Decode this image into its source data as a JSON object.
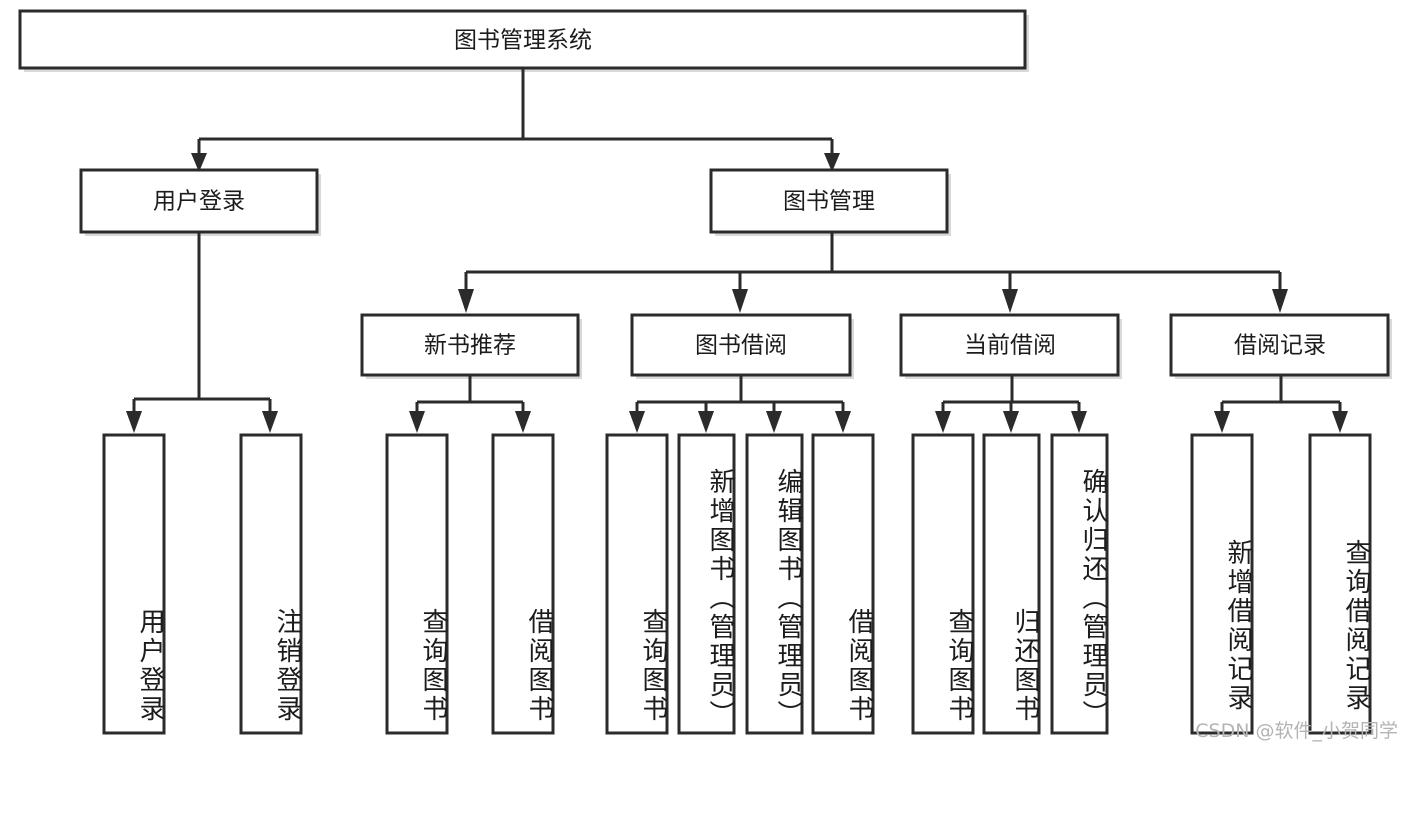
{
  "diagram": {
    "title": "图书管理系统",
    "watermark": "CSDN @软件_小贺同学",
    "levels": {
      "root": {
        "label": "图书管理系统"
      },
      "level2": [
        {
          "id": "user-login",
          "label": "用户登录"
        },
        {
          "id": "book-management",
          "label": "图书管理"
        }
      ],
      "level3": [
        {
          "id": "new-book-recommend",
          "label": "新书推荐"
        },
        {
          "id": "book-borrow",
          "label": "图书借阅"
        },
        {
          "id": "current-borrow",
          "label": "当前借阅"
        },
        {
          "id": "borrow-record",
          "label": "借阅记录"
        }
      ],
      "leaves": [
        {
          "id": "leaf-user-login",
          "label": "用户登录",
          "parent": "user-login"
        },
        {
          "id": "leaf-logout-login",
          "label": "注销登录",
          "parent": "user-login"
        },
        {
          "id": "leaf-query-book-1",
          "label": "查询图书",
          "parent": "new-book-recommend"
        },
        {
          "id": "leaf-borrow-book-1",
          "label": "借阅图书",
          "parent": "new-book-recommend"
        },
        {
          "id": "leaf-query-book-2",
          "label": "查询图书",
          "parent": "book-borrow"
        },
        {
          "id": "leaf-add-book-admin",
          "label": "新增图书（管理员）",
          "parent": "book-borrow"
        },
        {
          "id": "leaf-edit-book-admin",
          "label": "编辑图书（管理员）",
          "parent": "book-borrow"
        },
        {
          "id": "leaf-borrow-book-2",
          "label": "借阅图书",
          "parent": "book-borrow"
        },
        {
          "id": "leaf-query-book-3",
          "label": "查询图书",
          "parent": "current-borrow"
        },
        {
          "id": "leaf-return-book",
          "label": "归还图书",
          "parent": "current-borrow"
        },
        {
          "id": "leaf-confirm-return-admin",
          "label": "确认归还（管理员）",
          "parent": "current-borrow"
        },
        {
          "id": "leaf-add-borrow-record",
          "label": "新增借阅记录",
          "parent": "borrow-record"
        },
        {
          "id": "leaf-query-borrow-record",
          "label": "查询借阅记录",
          "parent": "borrow-record"
        }
      ]
    },
    "colors": {
      "box_stroke": "#2b2b2b",
      "box_fill": "#ffffff",
      "connector": "#2b2b2b",
      "text": "#1c1c1c",
      "watermark": "#b4b4b4",
      "background": "#ffffff"
    }
  }
}
